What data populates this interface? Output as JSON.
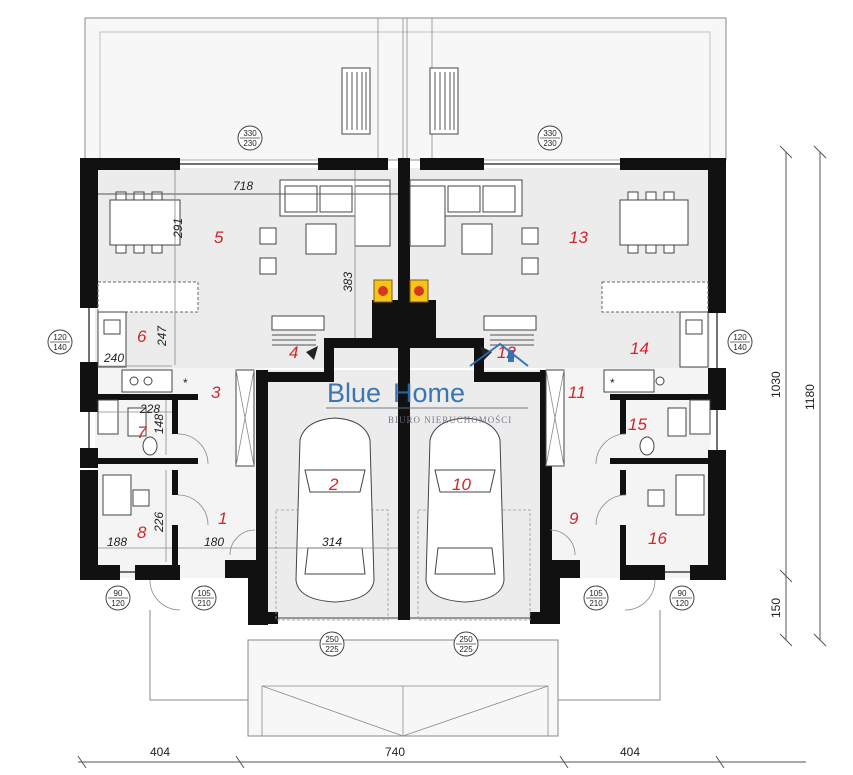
{
  "rooms": {
    "r1": "1",
    "r2": "2",
    "r3": "3",
    "r4": "4",
    "r5": "5",
    "r6": "6",
    "r7": "7",
    "r8": "8",
    "r9": "9",
    "r10": "10",
    "r11": "11",
    "r12": "12",
    "r13": "13",
    "r14": "14",
    "r15": "15",
    "r16": "16"
  },
  "dimensions": {
    "d718": "718",
    "d291": "291",
    "d383": "383",
    "d247": "247",
    "d240": "240",
    "d228": "228",
    "d148": "148",
    "d226": "226",
    "d188": "188",
    "d180": "180",
    "d314": "314",
    "bottom_left": "404",
    "bottom_center": "740",
    "bottom_right": "404",
    "right_outer": "1180",
    "right_inner": "1030",
    "right_low": "150"
  },
  "openings": {
    "win_top_left": [
      "330",
      "230"
    ],
    "win_top_right": [
      "330",
      "230"
    ],
    "win_left": [
      "120",
      "140"
    ],
    "win_right": [
      "120",
      "140"
    ],
    "win_bottom_left": [
      "90",
      "120"
    ],
    "door_left": [
      "105",
      "210"
    ],
    "garage_left": [
      "250",
      "225"
    ],
    "garage_right": [
      "250",
      "225"
    ],
    "door_right": [
      "105",
      "210"
    ],
    "win_bottom_right": [
      "90",
      "120"
    ]
  },
  "logo": {
    "word1": "Blue",
    "word2": "Home",
    "subtitle": "BIURO NIERUCHOMOŚCI",
    "color_blue": "#2b6cb0",
    "color_grey": "#6b7280"
  }
}
